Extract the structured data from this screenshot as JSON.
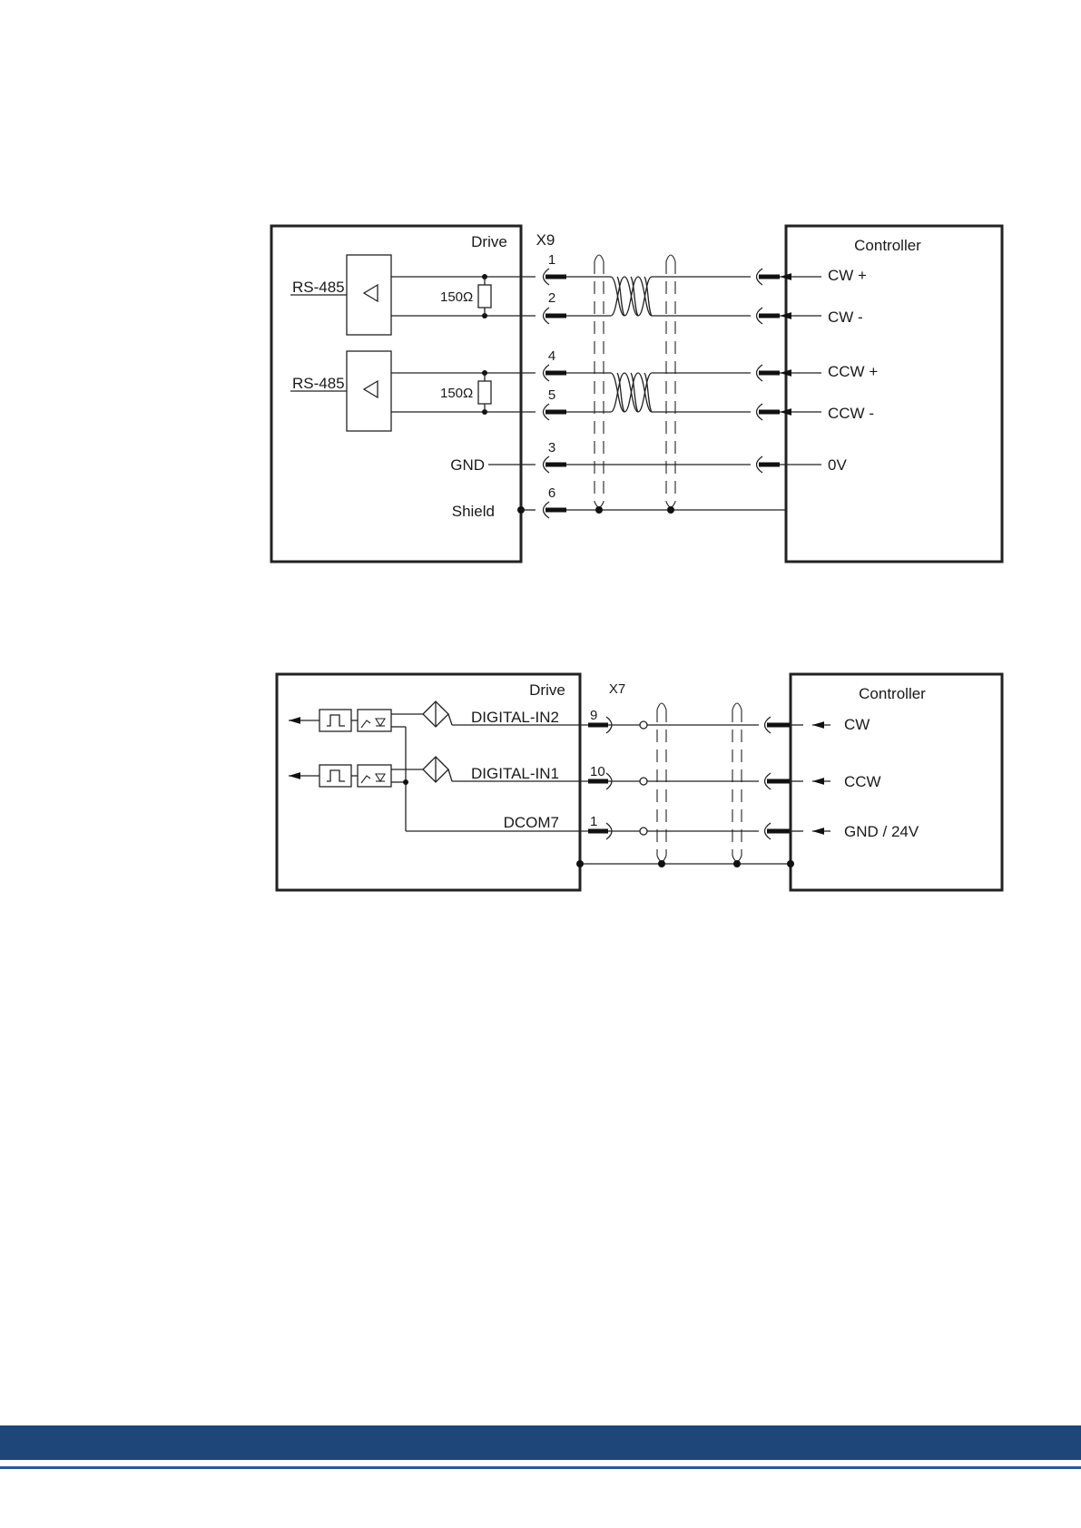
{
  "diagram1": {
    "drive_label": "Drive",
    "connector_label": "X9",
    "controller_label": "Controller",
    "receiver_labels": [
      "RS-485",
      "RS-485"
    ],
    "resistor_labels": [
      "150Ω",
      "150Ω"
    ],
    "pins": [
      "1",
      "2",
      "4",
      "5",
      "3",
      "6"
    ],
    "drive_side_signals": [
      "GND",
      "Shield"
    ],
    "controller_signals": [
      "CW +",
      "CW -",
      "CCW +",
      "CCW -",
      "0V"
    ]
  },
  "diagram2": {
    "drive_label": "Drive",
    "connector_label": "X7",
    "controller_label": "Controller",
    "drive_signals": [
      "DIGITAL-IN2",
      "DIGITAL-IN1",
      "DCOM7"
    ],
    "pins": [
      "9",
      "10",
      "1"
    ],
    "controller_signals": [
      "CW",
      "CCW",
      "GND / 24V"
    ]
  },
  "footer": {
    "band_color": "#1f4678",
    "line_color": "#2a5a99"
  }
}
